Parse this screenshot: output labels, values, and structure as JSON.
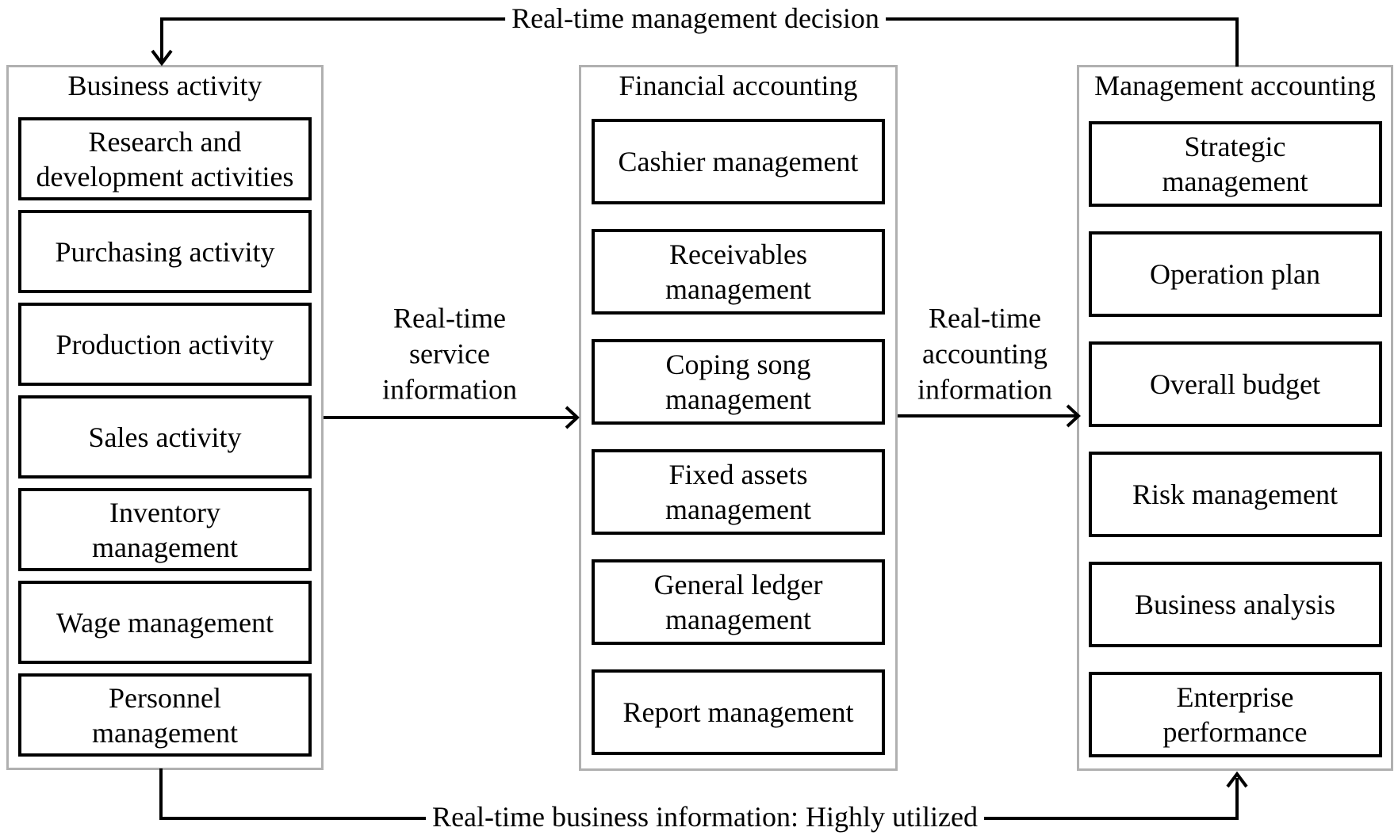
{
  "figure": {
    "top_connector_label": "Real-time management decision",
    "bottom_connector_label": "Real-time business information: Highly utilized",
    "service_arrow_label": "Real-time\nservice\ninformation",
    "accounting_arrow_label": "Real-time\naccounting\ninformation"
  },
  "columns": [
    {
      "title": "Business activity",
      "items": [
        "Research and\ndevelopment activities",
        "Purchasing activity",
        "Production activity",
        "Sales activity",
        "Inventory\nmanagement",
        "Wage management",
        "Personnel\nmanagement"
      ]
    },
    {
      "title": "Financial accounting",
      "items": [
        "Cashier management",
        "Receivables\nmanagement",
        "Coping song\nmanagement",
        "Fixed assets\nmanagement",
        "General ledger\nmanagement",
        "Report management"
      ]
    },
    {
      "title": "Management accounting",
      "items": [
        "Strategic\nmanagement",
        "Operation plan",
        "Overall budget",
        "Risk management",
        "Business analysis",
        "Enterprise\nperformance"
      ]
    }
  ],
  "colors": {
    "line": "#000000",
    "panel_border": "#b0b0b0",
    "background": "#ffffff",
    "text": "#000000"
  }
}
